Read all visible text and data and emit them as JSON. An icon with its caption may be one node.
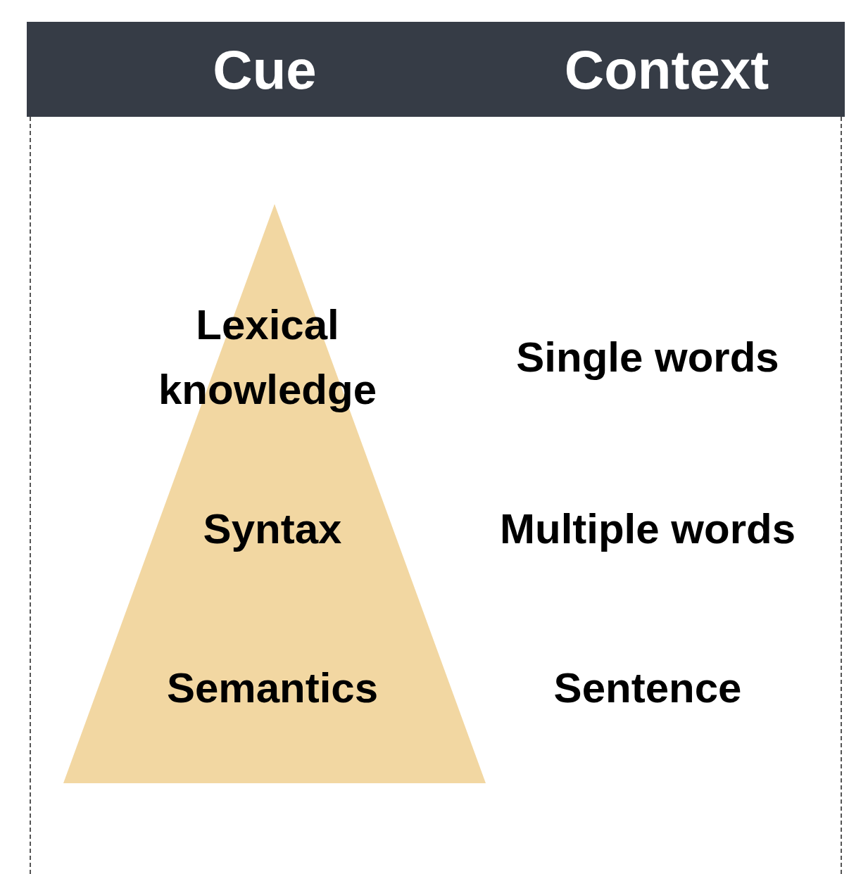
{
  "diagram": {
    "nodes": [
      {
        "text": [
          "Cue",
          "Context"
        ]
      },
      {
        "text": [
          "Lexical knowledge",
          "Syntax",
          "Semantics"
        ]
      }
    ],
    "labels": [
      "Single words",
      "Multiple words",
      "Sentence"
    ]
  }
}
